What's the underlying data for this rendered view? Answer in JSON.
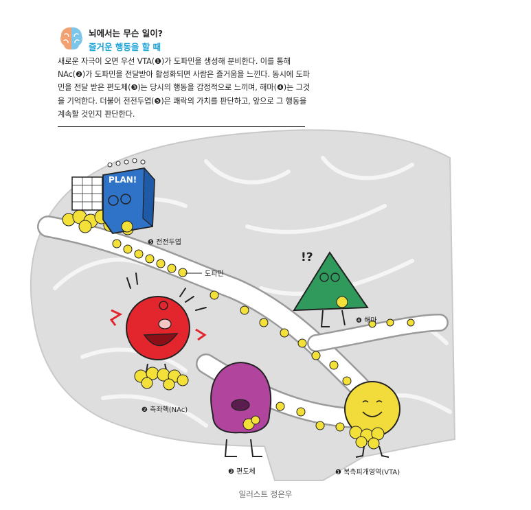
{
  "header": {
    "title": "뇌에서는 무슨 일이?",
    "subtitle": "즐거운 행동을 할 때",
    "body": "새로운 자극이 오면 우선 VTA(❶)가 도파민을 생성해 분비한다. 이를 통해 NAc(❷)가 도파민을 전달받아 활성화되면 사람은 즐거움을 느낀다. 동시에 도파민을 전달 받은 편도체(❸)는 당시의 행동을 감정적으로 느끼며, 해마(❹)는 그것을 기억한다. 더불어 전전두엽(❺)은 쾌락의 가치를 판단하고, 앞으로 그 행동을 계속할 것인지 판단한다."
  },
  "labels": {
    "dopamine": "도파민",
    "vta": "❶ 복측피개영역(VTA)",
    "nac": "❷ 측좌핵(NAc)",
    "amygdala": "❸ 편도체",
    "hippocampus": "❹ 해마",
    "prefrontal": "❺ 전전두엽",
    "plan_sign": "PLAN!",
    "puzzle": "!?"
  },
  "credit": "일러스트 정은우",
  "colors": {
    "brain": "#dedede",
    "accent_blue": "#1aa3d9",
    "dopamine_yellow": "#f3e13a",
    "nac_red": "#e3262d",
    "amygdala_purple": "#b1449d",
    "hippo_green": "#2f9a5c",
    "prefrontal_blue": "#2f73c9",
    "vta_yellow": "#f2dc3c"
  }
}
